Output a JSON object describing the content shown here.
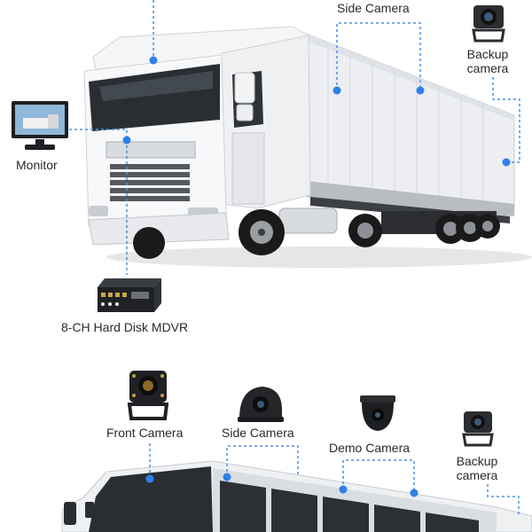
{
  "truck_section": {
    "side_camera_label": "Side Camera",
    "backup_camera_label_line1": "Backup",
    "backup_camera_label_line2": "camera",
    "monitor_label": "Monitor",
    "mdvr_label": "8-CH Hard Disk MDVR"
  },
  "bus_section": {
    "front_camera_label": "Front Camera",
    "side_camera_label": "Side Camera",
    "demo_camera_label": "Demo Camera",
    "backup_camera_label_line1": "Backup",
    "backup_camera_label_line2": "camera"
  },
  "colors": {
    "callout_line": "#4a90e2",
    "callout_dot": "#2f80e8",
    "text": "#2a2a2a",
    "trailer": "#ecedef",
    "cab": "#f4f5f6",
    "tire": "#1a1a1a",
    "device": "#262626"
  }
}
